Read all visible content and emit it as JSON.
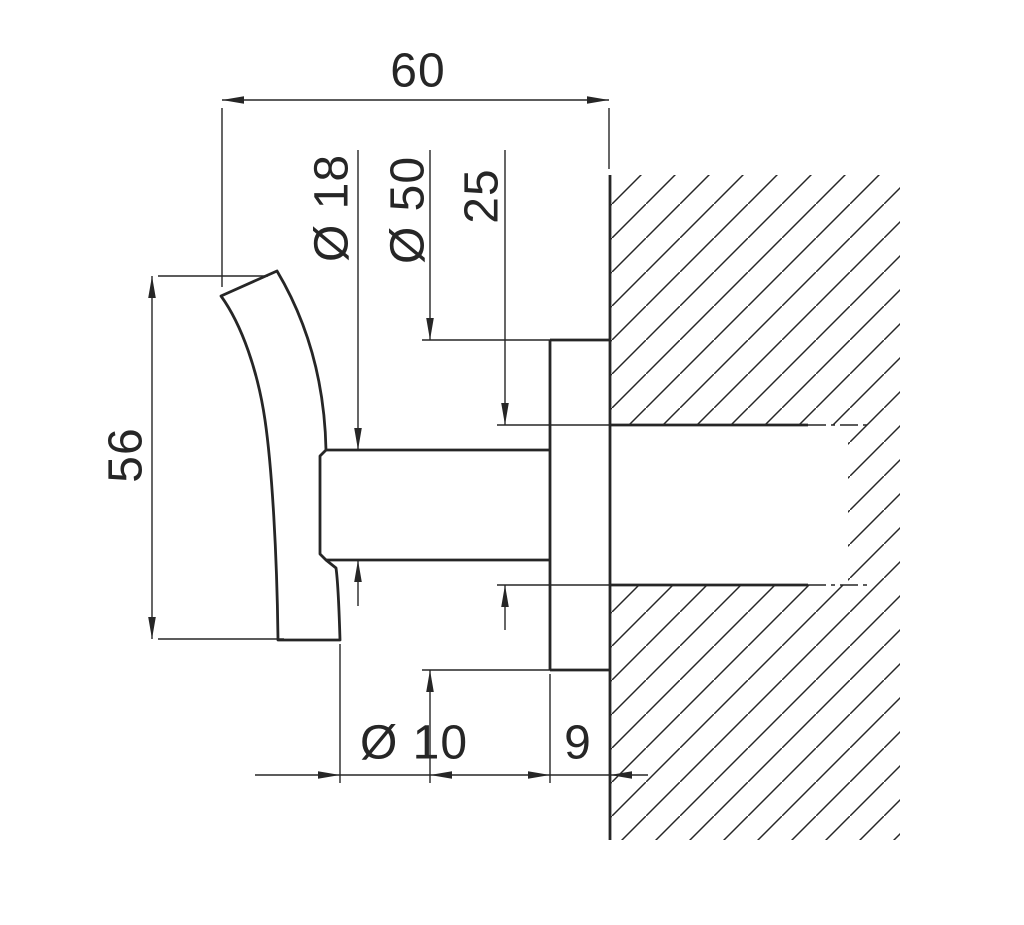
{
  "drawing": {
    "type": "technical-drawing",
    "subject": "wall-mounted hook cross-section with mounting rosette and wall hatching",
    "labels": {
      "overall_depth": "60",
      "hook_height": "56",
      "stem_diameter": "Ø 18",
      "rosette_diameter": "Ø 50",
      "boss_diameter": "25",
      "tip_diameter": "Ø 10",
      "rosette_thickness": "9"
    },
    "colors": {
      "line": "#262626",
      "background": "#ffffff"
    }
  }
}
